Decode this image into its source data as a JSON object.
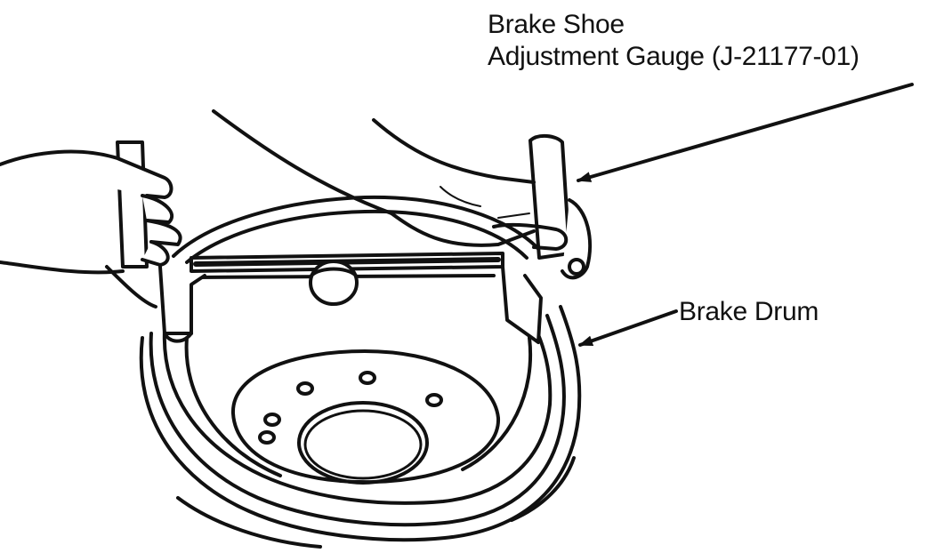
{
  "labels": {
    "gauge_line1": "Brake Shoe",
    "gauge_line2": "Adjustment Gauge (J-21177-01)",
    "drum": "Brake Drum"
  },
  "colors": {
    "ink": "#111111",
    "background": "#ffffff"
  }
}
